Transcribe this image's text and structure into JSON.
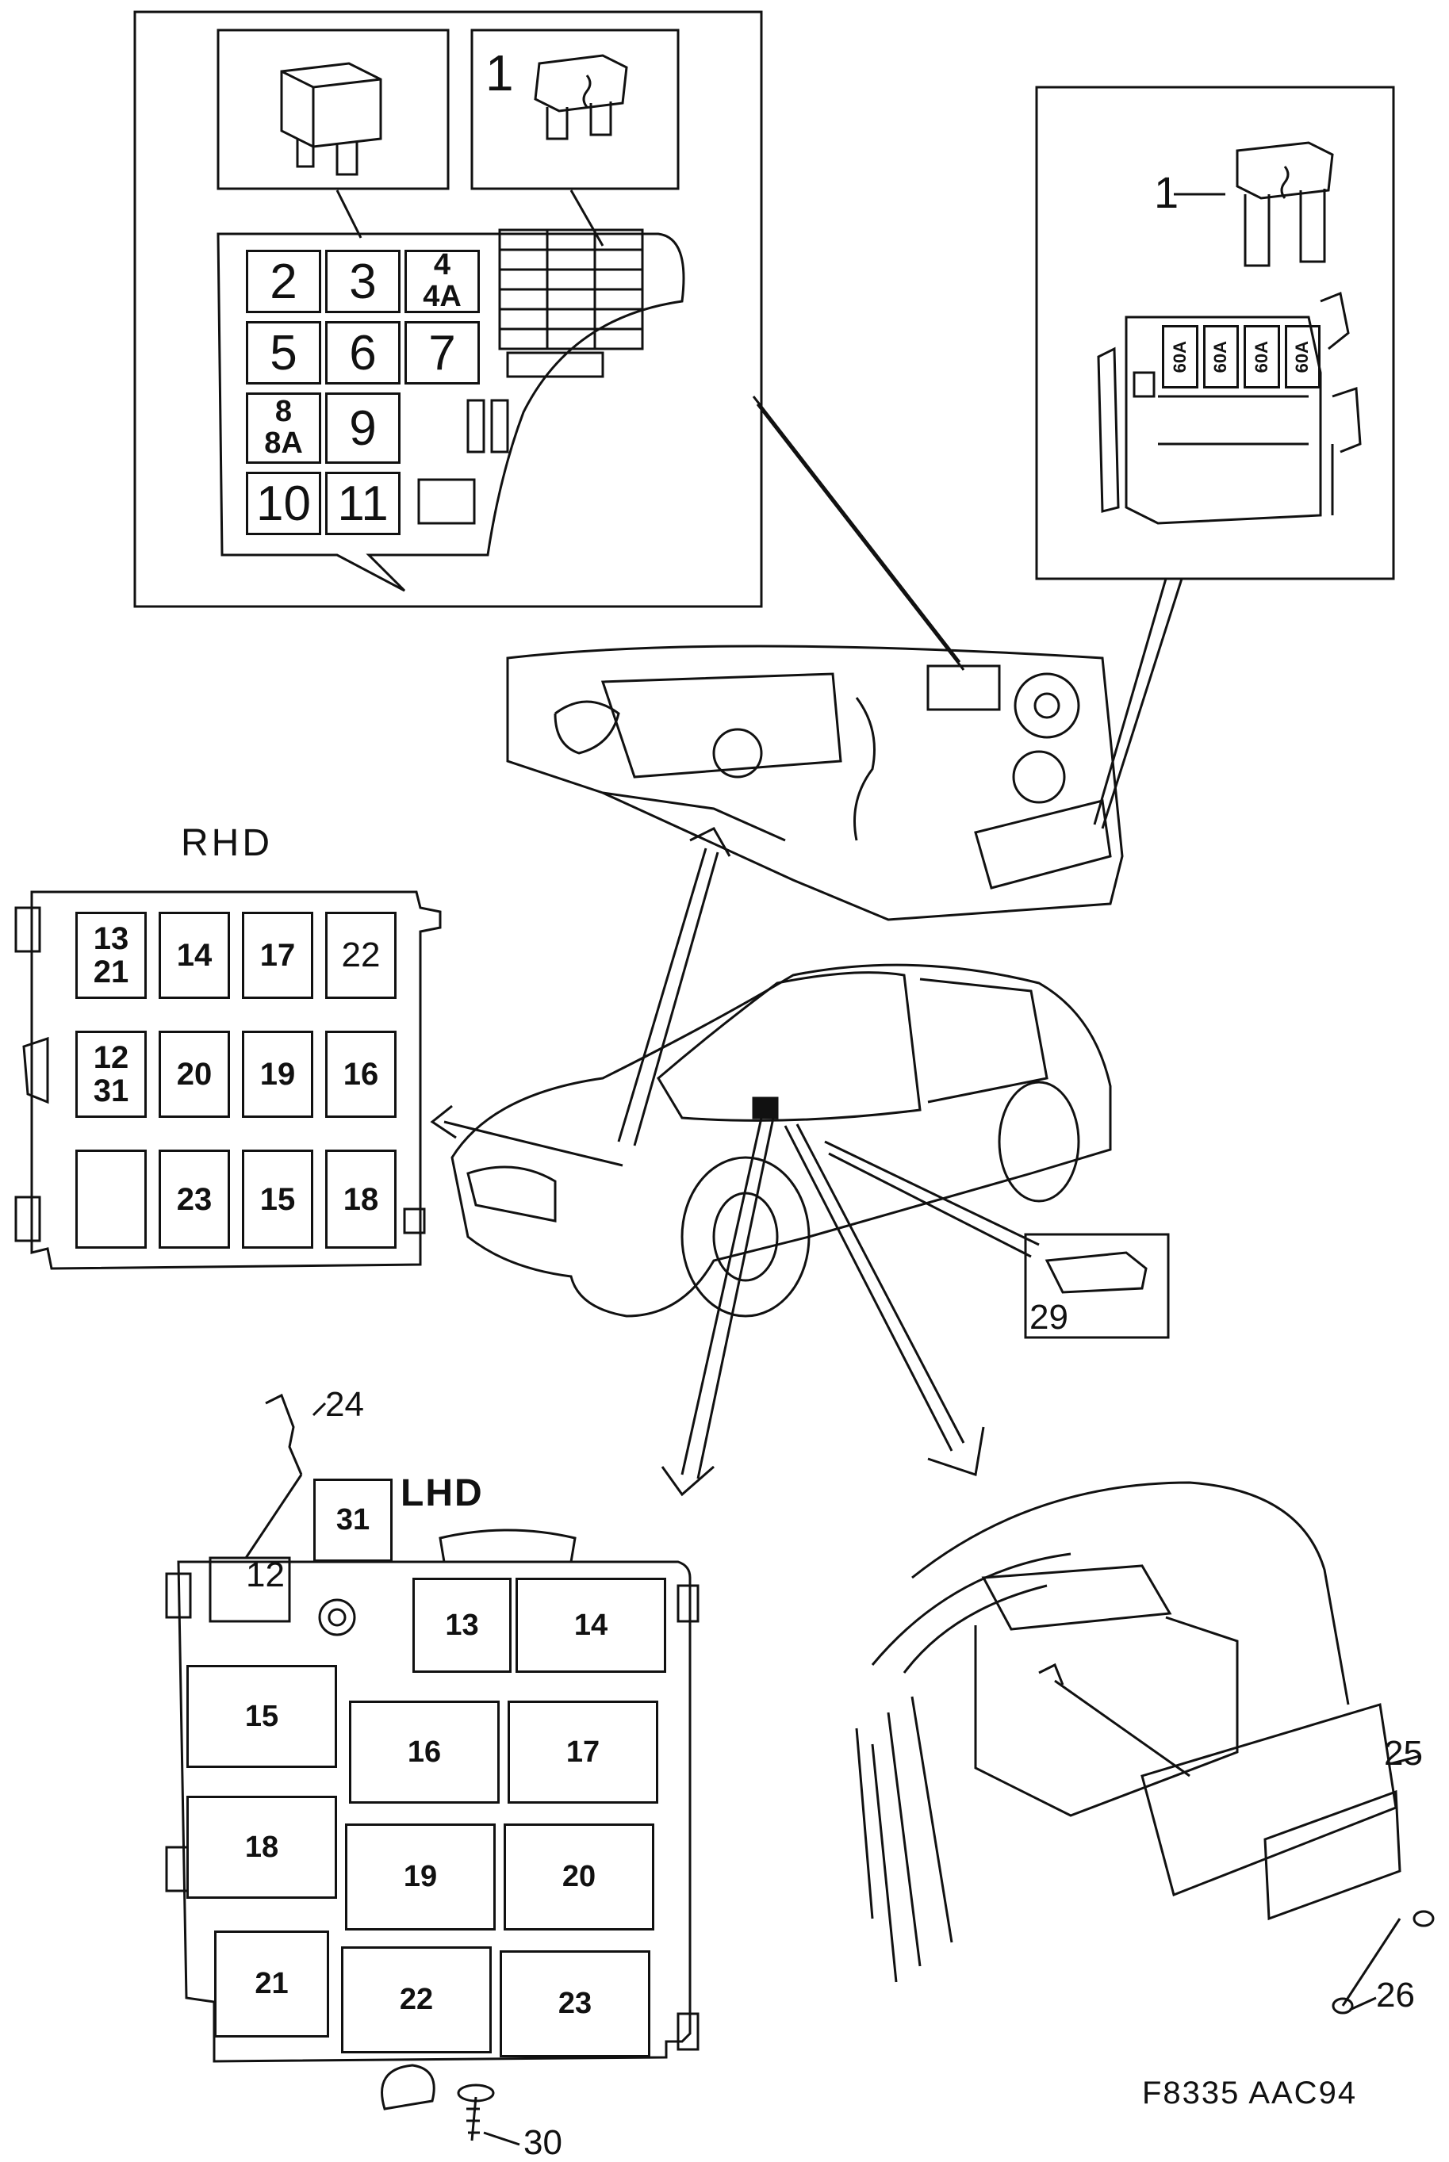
{
  "figure_code": "F8335 AAC94",
  "headings": {
    "rhd": "RHD",
    "lhd": "LHD"
  },
  "callouts": {
    "fuse_top": "1",
    "fuse_right": "1",
    "relay_12": "12",
    "pin_24": "24",
    "ecu_25": "25",
    "screw_26": "26",
    "plug_29": "29",
    "screw_30": "30",
    "relay_31": "31"
  },
  "maxi_fuses": [
    "60A",
    "60A",
    "60A",
    "60A"
  ],
  "underhood_box": {
    "cells": [
      {
        "id": "c2",
        "text": "2"
      },
      {
        "id": "c3",
        "text": "3"
      },
      {
        "id": "c4",
        "text": "4\n4A"
      },
      {
        "id": "c5",
        "text": "5"
      },
      {
        "id": "c6",
        "text": "6"
      },
      {
        "id": "c7",
        "text": "7"
      },
      {
        "id": "c8",
        "text": "8\n8A"
      },
      {
        "id": "c9",
        "text": "9"
      },
      {
        "id": "c10",
        "text": "10"
      },
      {
        "id": "c11",
        "text": "11"
      }
    ]
  },
  "rhd_box": {
    "cells": [
      "13\n21",
      "14",
      "17",
      "22",
      "12\n31",
      "20",
      "19",
      "16",
      "",
      "23",
      "15",
      "18"
    ]
  },
  "lhd_box": {
    "cells": [
      "13",
      "14",
      "15",
      "16",
      "17",
      "18",
      "19",
      "20",
      "21",
      "22",
      "23"
    ]
  }
}
